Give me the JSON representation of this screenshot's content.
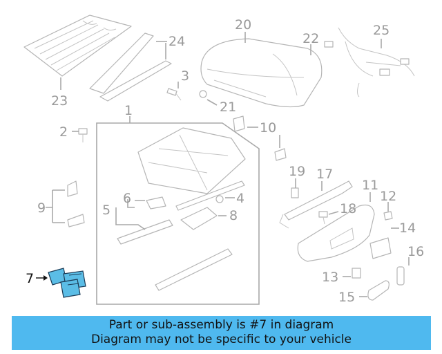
{
  "diagram": {
    "callouts": {
      "c1": "1",
      "c2": "2",
      "c3": "3",
      "c4": "4",
      "c5": "5",
      "c6": "6",
      "c7": "7",
      "c8": "8",
      "c9": "9",
      "c10": "10",
      "c11": "11",
      "c12": "12",
      "c13": "13",
      "c14": "14",
      "c15": "15",
      "c16": "16",
      "c17": "17",
      "c18": "18",
      "c19": "19",
      "c20": "20",
      "c21": "21",
      "c22": "22",
      "c23": "23",
      "c24": "24",
      "c25": "25"
    },
    "highlight_part": "7",
    "colors": {
      "line": "#a8a8a8",
      "highlight_fill": "#5bbde6",
      "highlight_stroke": "#1b3a55",
      "banner_bg": "#4fb9ef"
    }
  },
  "banner": {
    "line1": "Part or sub-assembly is #7 in diagram",
    "line2": "Diagram may not be specific to your vehicle"
  }
}
